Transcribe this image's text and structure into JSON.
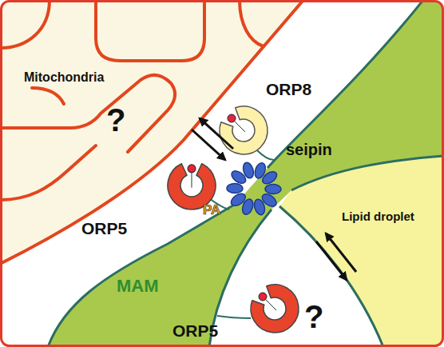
{
  "diagram": {
    "nodes": [
      {
        "text": [
          "Mitochondria"
        ]
      },
      {
        "text": [
          "ORP8"
        ]
      },
      {
        "text": [
          "seipin"
        ]
      },
      {
        "text": [
          "ORP5"
        ]
      },
      {
        "text": [
          "Lipid droplet"
        ]
      },
      {
        "text": [
          "ORP5"
        ]
      }
    ],
    "labels": [
      "?",
      "PA",
      "MAM",
      "?"
    ]
  }
}
